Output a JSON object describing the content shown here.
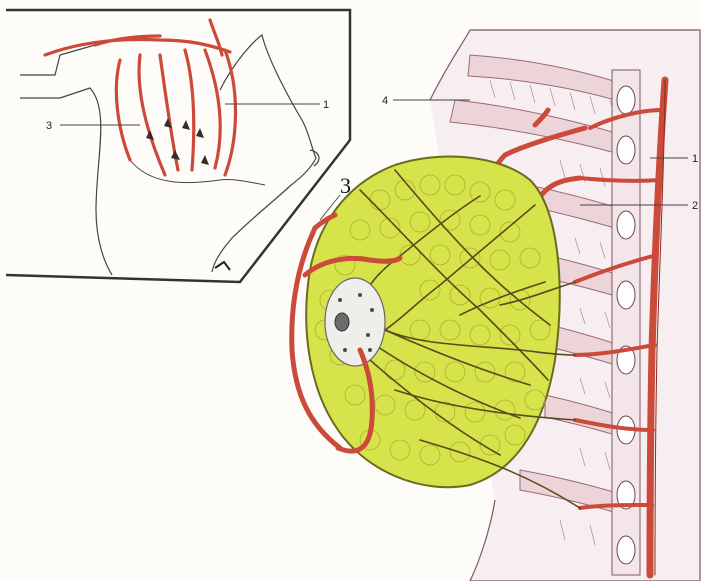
{
  "labels": {
    "inset_1": "1",
    "inset_3": "3",
    "main_4": "4",
    "main_3": "3",
    "main_1": "1",
    "main_2": "2"
  },
  "colors": {
    "paper": "#fdfcf8",
    "artery": "#cc4a3a",
    "artery_dark": "#8f2a20",
    "gland": "#d6e34a",
    "gland_edge": "#6b6a1f",
    "rib": "#e9cfd2",
    "rib_stroke": "#9c6b72",
    "outline": "#3a2a28"
  }
}
